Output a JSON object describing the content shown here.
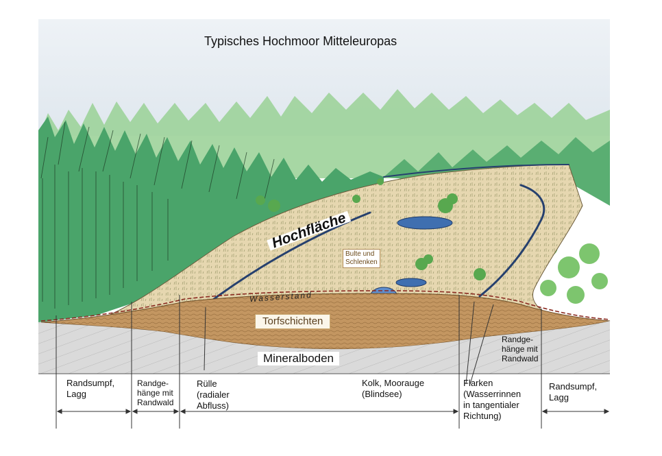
{
  "title": "Typisches Hochmoor Mitteleuropas",
  "labels": {
    "hochflaeche": "Hochfläche",
    "bulte": "Bulte und\nSchlenken",
    "wasserstand": "Wasserstand",
    "torfschichten": "Torfschichten",
    "mineralboden": "Mineralboden",
    "randhaenge_right": "Randge-\nhänge mit\nRandwald"
  },
  "bottom_labels": {
    "randsumpf_left": "Randsumpf,\nLagg",
    "randhaenge_left": "Randge-\nhänge mit\nRandwald",
    "ruelle": "Rülle\n(radialer\nAbfluss)",
    "kolk": "Kolk, Moorauge\n(Blindsee)",
    "flarken": "Flarken\n(Wasserrinnen\nin tangentialer\nRichtung)",
    "randsumpf_right": "Randsumpf,\nLagg"
  },
  "colors": {
    "sky": "#e8eef4",
    "forest": "#3c9a5a",
    "forest_light": "#8fcf8f",
    "bog_surface": "#e2d2aa",
    "peat": "#b58a55",
    "mineral": "#d6d6d6",
    "water": "#3f6fb0"
  }
}
